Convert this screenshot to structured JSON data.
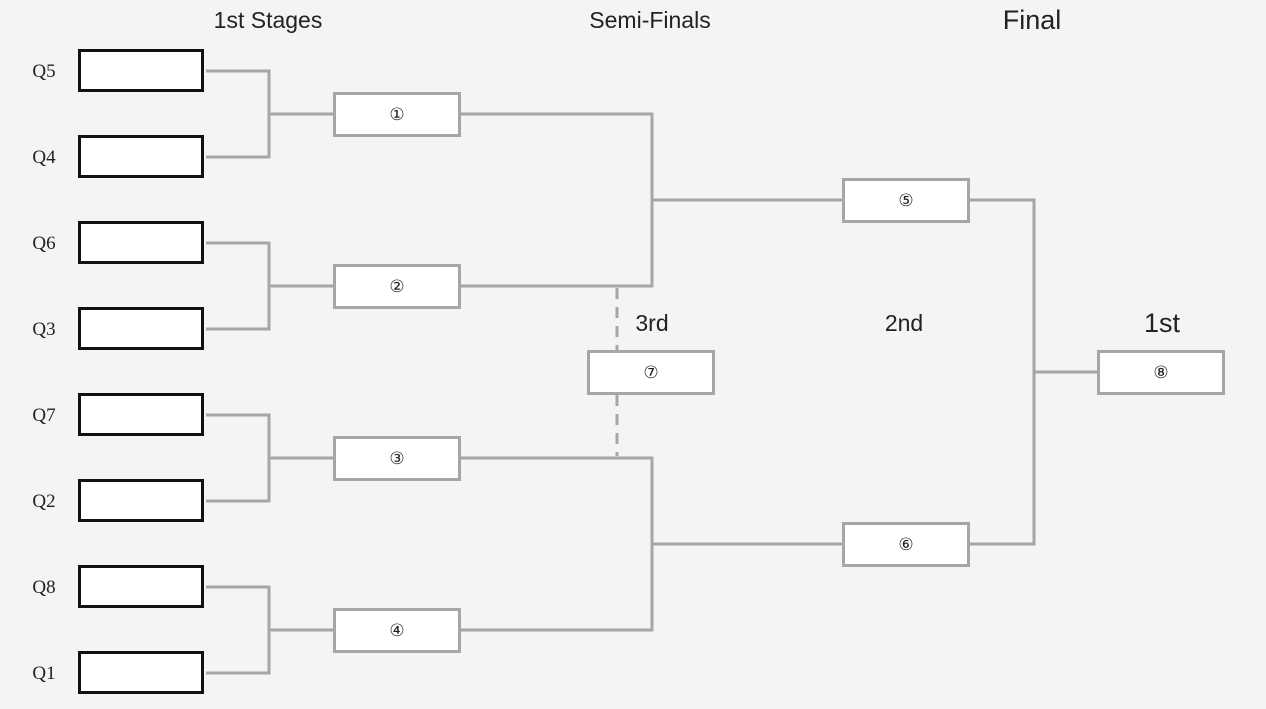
{
  "headers": {
    "first_stages": "1st Stages",
    "semi_finals": "Semi-Finals",
    "final": "Final"
  },
  "qualifiers": [
    "Q5",
    "Q4",
    "Q6",
    "Q3",
    "Q7",
    "Q2",
    "Q8",
    "Q1"
  ],
  "matches": {
    "m1": "①",
    "m2": "②",
    "m3": "③",
    "m4": "④",
    "m5": "⑤",
    "m6": "⑥",
    "m7": "⑦",
    "m8": "⑧"
  },
  "places": {
    "third": "3rd",
    "second": "2nd",
    "first": "1st"
  },
  "colors": {
    "background": "#f4f4f4",
    "connector": "#a6a6a6",
    "slot_border": "#111111"
  }
}
